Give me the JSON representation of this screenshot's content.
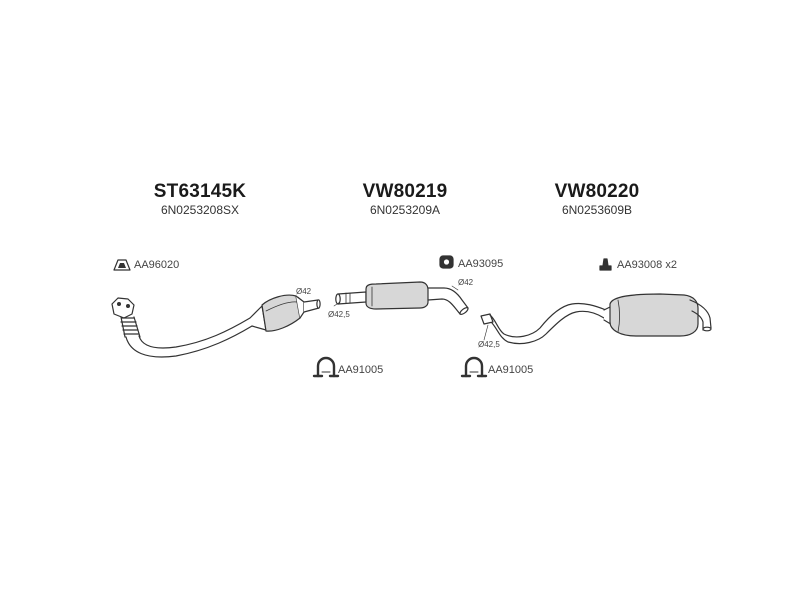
{
  "parts": [
    {
      "code": "ST63145K",
      "oem": "6N0253208SX"
    },
    {
      "code": "VW80219",
      "oem": "6N0253209A"
    },
    {
      "code": "VW80220",
      "oem": "6N0253609B"
    }
  ],
  "accessories": [
    {
      "label": "AA96020",
      "icon": "gasket-icon"
    },
    {
      "label": "AA93095",
      "icon": "rubber-mount-icon"
    },
    {
      "label": "AA93008 x2",
      "icon": "hanger-icon"
    },
    {
      "label": "AA91005",
      "icon": "clamp-icon"
    },
    {
      "label": "AA91005",
      "icon": "clamp-icon"
    }
  ],
  "dimensions": [
    {
      "label": "Ø42"
    },
    {
      "label": "Ø42,5"
    },
    {
      "label": "Ø42"
    },
    {
      "label": "Ø42,5"
    }
  ],
  "colors": {
    "line": "#333333",
    "shade": "#cfcfcf",
    "fill": "#ffffff"
  }
}
